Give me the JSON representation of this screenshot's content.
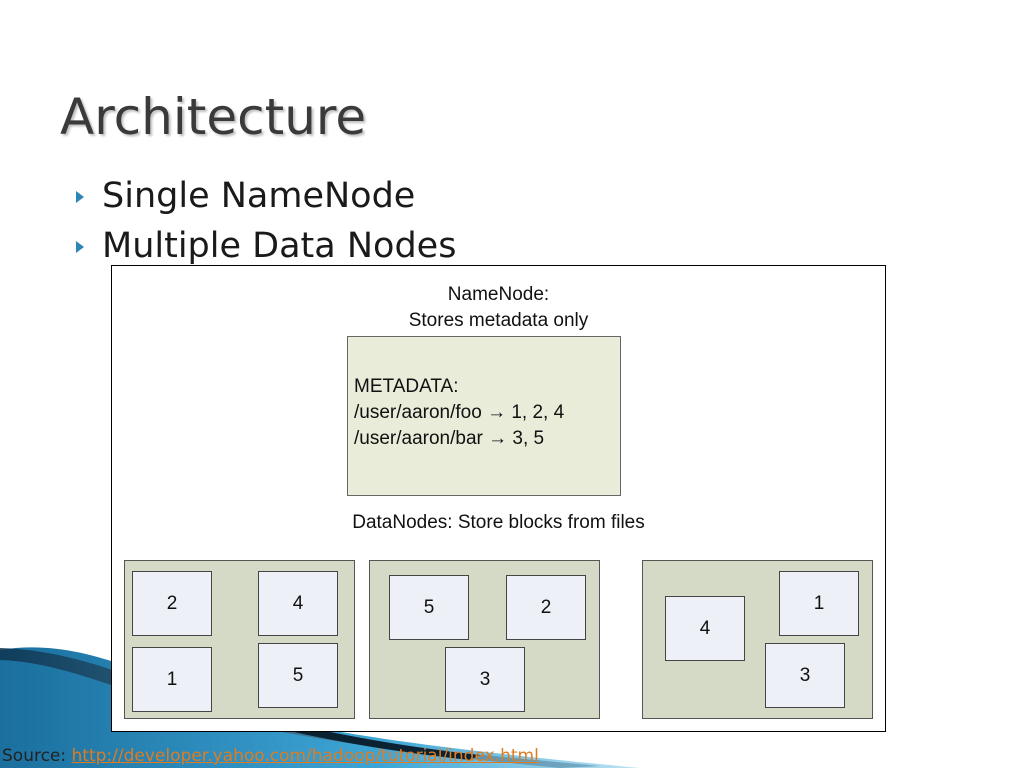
{
  "slide": {
    "title": "Architecture",
    "bullets": [
      "Single NameNode",
      "Multiple Data Nodes"
    ]
  },
  "diagram": {
    "namenode_caption": [
      "NameNode:",
      "Stores metadata only"
    ],
    "metadata_lines": [
      "METADATA:",
      "/user/aaron/foo → 1, 2, 4",
      "/user/aaron/bar → 3, 5"
    ],
    "datanodes_caption": "DataNodes: Store blocks from files",
    "datanodes": [
      {
        "blocks": [
          "2",
          "4",
          "1",
          "5"
        ]
      },
      {
        "blocks": [
          "5",
          "2",
          "3"
        ]
      },
      {
        "blocks": [
          "4",
          "1",
          "3"
        ]
      }
    ]
  },
  "footer": {
    "source_label": "Source:",
    "source_link": "http://developer.yahoo.com/hadoop/tutorial/index.html"
  },
  "colors": {
    "bullet_arrow": "#2e86b5",
    "metadata_box": "#e8ecd9",
    "datanode_box": "#d5dac6",
    "block": "#edf0f6",
    "link": "#e07b20",
    "swoosh": "#1f7fb3"
  }
}
